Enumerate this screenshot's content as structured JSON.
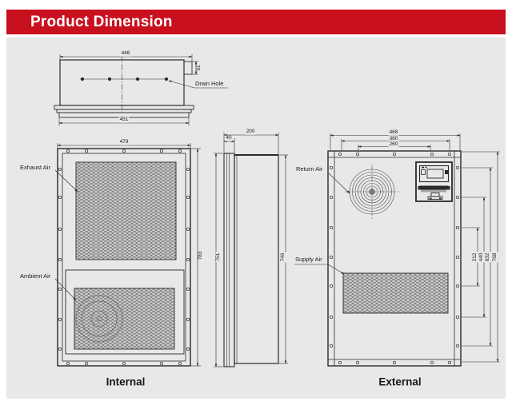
{
  "header": {
    "title": "Product Dimension",
    "accent_color": "#c8101e",
    "canvas_color": "#e8e8e8"
  },
  "views": {
    "top": {
      "dim_top": "446",
      "dim_bottom": "451",
      "dim_side": "61",
      "drain_label": "Drain Hole"
    },
    "internal": {
      "dim_width": "479",
      "dim_height": "783",
      "labels": {
        "exhaust": "Exhaust Air",
        "ambient": "Ambient Air"
      },
      "caption": "Internal"
    },
    "side": {
      "dim_depth": "200",
      "dim_flange": "40",
      "dim_left": "751",
      "dim_right": "746"
    },
    "external": {
      "dim_top_outer": "468",
      "dim_top_mid": "380",
      "dim_top_inner": "260",
      "dims_right": [
        "212",
        "440",
        "632",
        "768"
      ],
      "labels": {
        "return": "Return Air",
        "supply": "Supply Air"
      },
      "caption": "External"
    }
  }
}
